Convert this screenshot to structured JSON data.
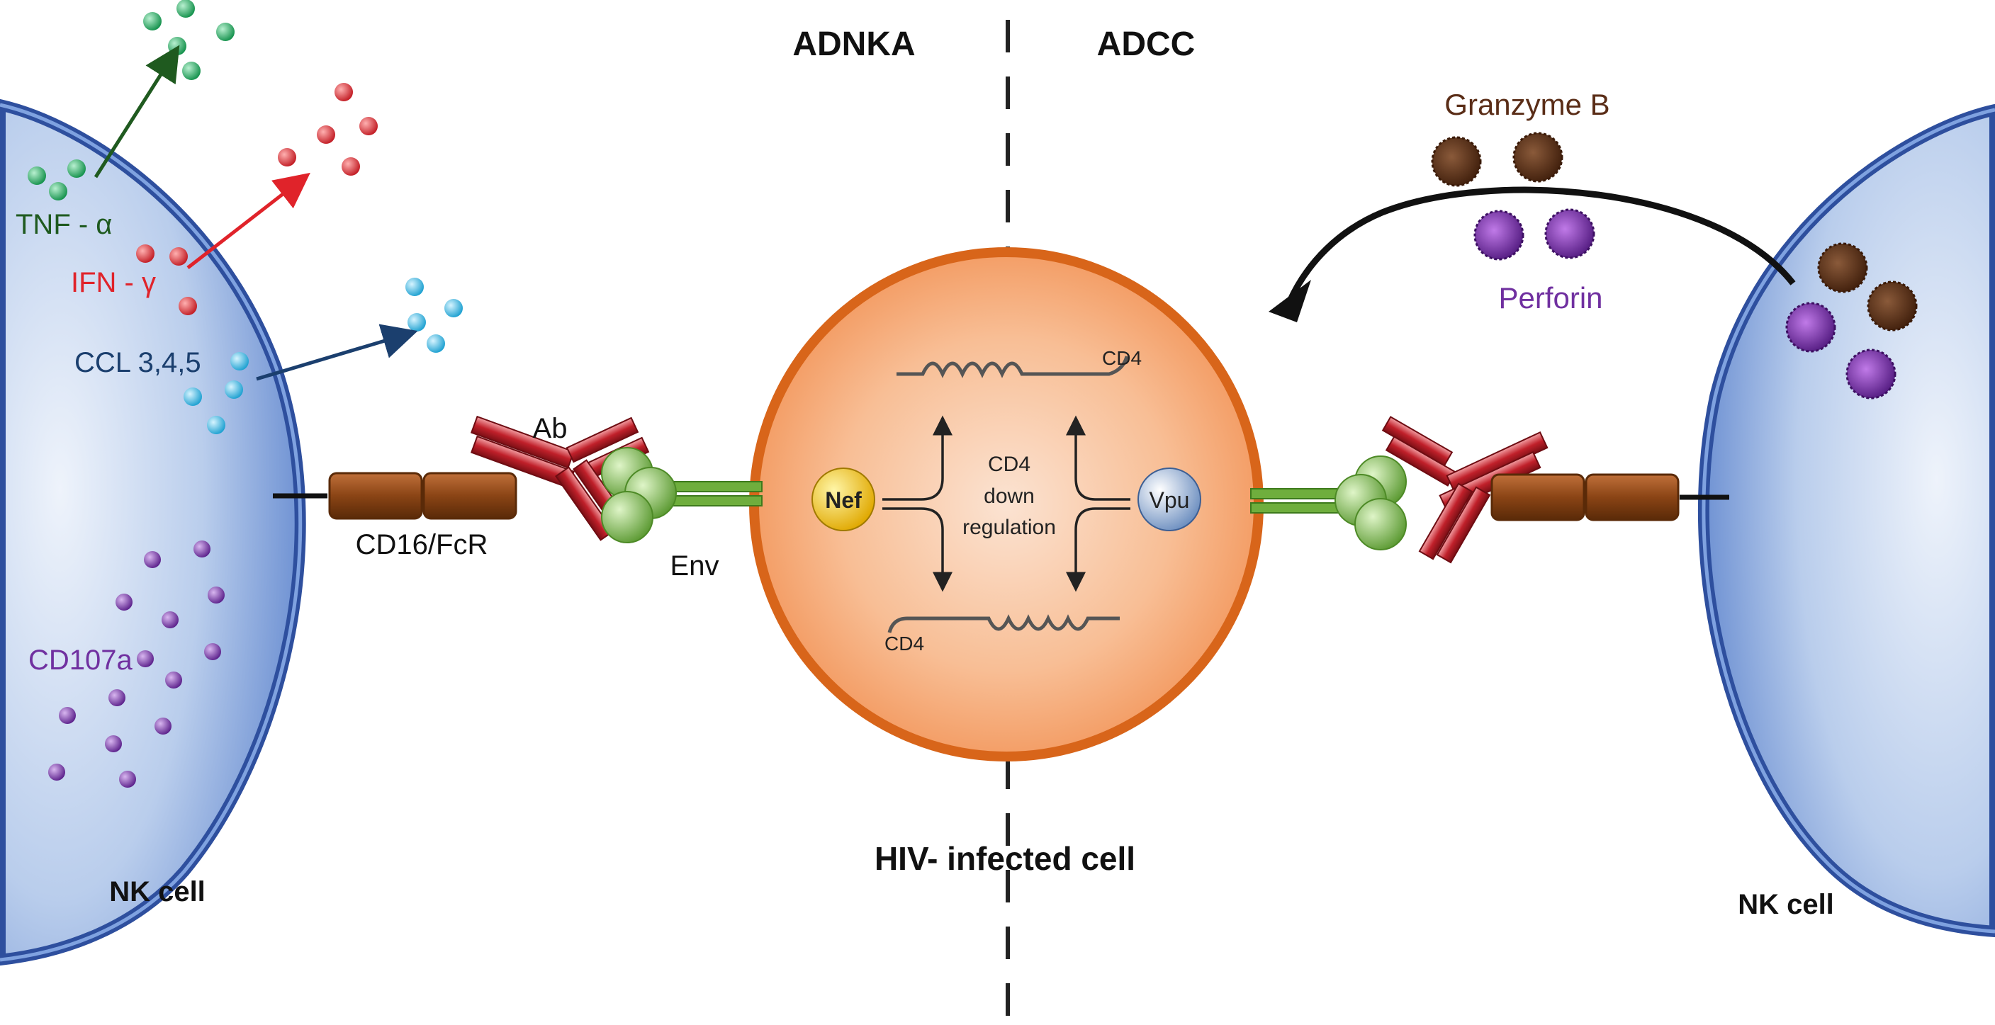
{
  "headings": {
    "left": "ADNKA",
    "right": "ADCC"
  },
  "cells": {
    "left_nk": "NK cell",
    "right_nk": "NK cell",
    "infected": "HIV- infected cell"
  },
  "cytokines": {
    "tnf": "TNF - α",
    "ifn": "IFN - γ",
    "ccl": "CCL 3,4,5",
    "cd107a": "CD107a"
  },
  "receptor": {
    "cd16": "CD16/FcR",
    "ab": "Ab",
    "env": "Env"
  },
  "viral": {
    "nef": "Nef",
    "vpu": "Vpu",
    "cd4_top": "CD4",
    "cd4_bottom": "CD4",
    "center_line1": "CD4",
    "center_line2": "down",
    "center_line3": "regulation"
  },
  "granules": {
    "granzyme": "Granzyme B",
    "perforin": "Perforin"
  },
  "colors": {
    "nk_membrane": "#4a72c4",
    "infected_membrane": "#e0701e",
    "tnf": "#1f5a1f",
    "ifn": "#e0232a",
    "ccl": "#1b3f6e",
    "cd107a": "#7030a0",
    "granzyme": "#5a2d17",
    "perforin": "#7030a0",
    "env": "#6fae3d",
    "antibody": "#c0202a",
    "cd16": "#8b4513"
  }
}
